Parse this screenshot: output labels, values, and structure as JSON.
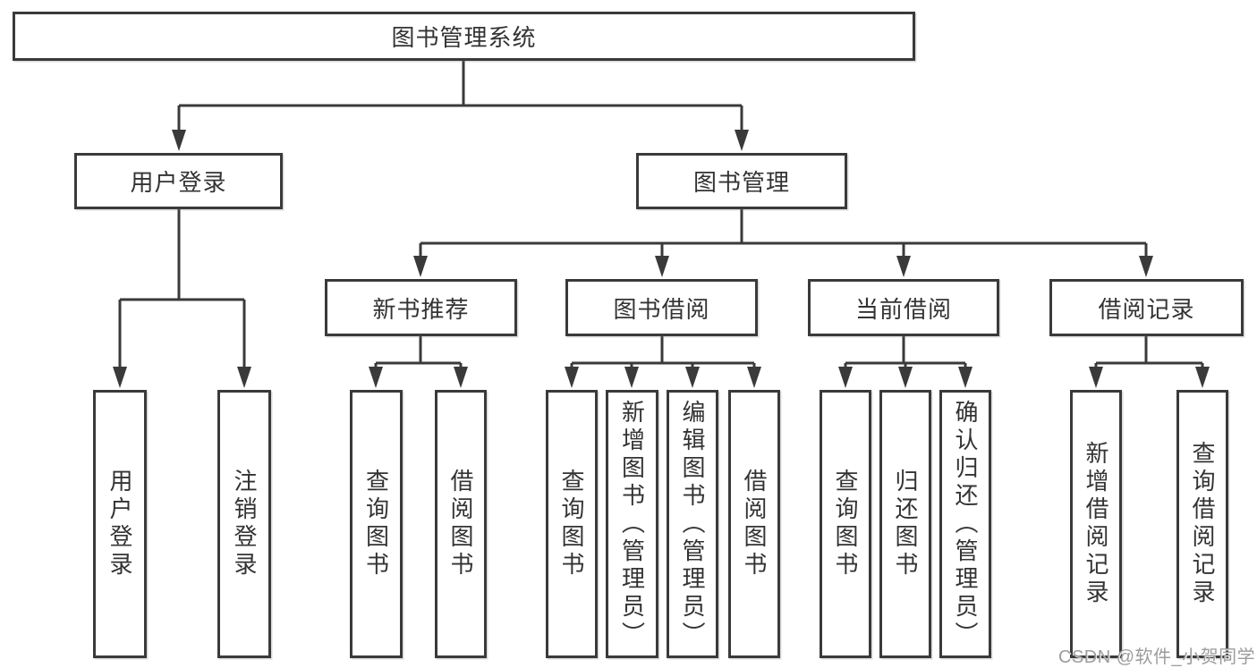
{
  "tree": {
    "label": "图书管理系统",
    "children": [
      {
        "label": "用户登录",
        "children": [
          {
            "label": "用户登录"
          },
          {
            "label": "注销登录"
          }
        ]
      },
      {
        "label": "图书管理",
        "children": [
          {
            "label": "新书推荐",
            "children": [
              {
                "label": "查询图书"
              },
              {
                "label": "借阅图书"
              }
            ]
          },
          {
            "label": "图书借阅",
            "children": [
              {
                "label": "查询图书"
              },
              {
                "label": "新增图书（管理员）"
              },
              {
                "label": "编辑图书（管理员）"
              },
              {
                "label": "借阅图书"
              }
            ]
          },
          {
            "label": "当前借阅",
            "children": [
              {
                "label": "查询图书"
              },
              {
                "label": "归还图书"
              },
              {
                "label": "确认归还（管理员）"
              }
            ]
          },
          {
            "label": "借阅记录",
            "children": [
              {
                "label": "新增借阅记录"
              },
              {
                "label": "查询借阅记录"
              }
            ]
          }
        ]
      }
    ]
  },
  "watermark": "CSDN @软件_小贺同学",
  "colors": {
    "line": "#3a3a3a",
    "box_border": "#3a3a3a",
    "text": "#333333",
    "background": "#ffffff",
    "watermark_text": "#9c9c9c"
  }
}
